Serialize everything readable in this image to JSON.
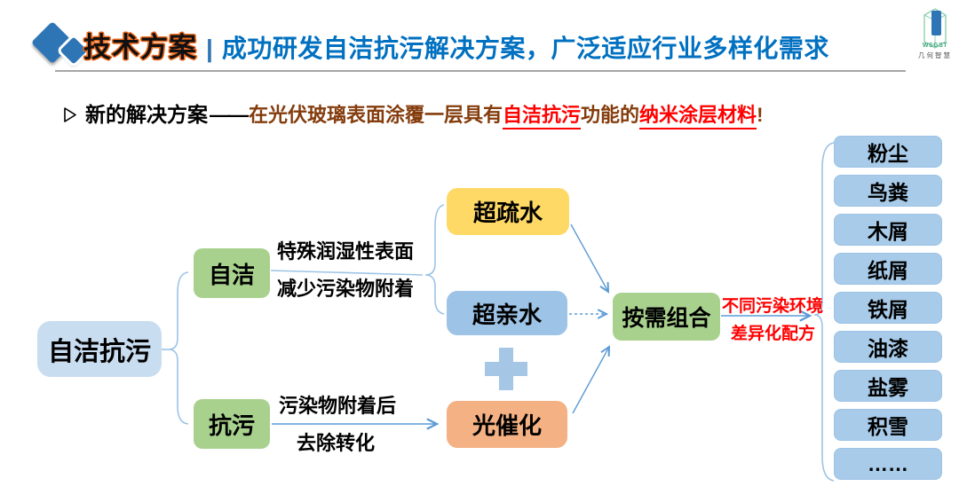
{
  "header": {
    "section_label": "技术方案",
    "separator": "|",
    "title": "成功研发自洁抗污解决方案，广泛适应行业多样化需求",
    "logo": {
      "acronym": "WSGST",
      "caption": "几何智慧"
    }
  },
  "subtitle": {
    "bullet_icon": "arrow-bullet",
    "lead": "新的解决方案",
    "dash": "——",
    "seg_brown_1": "在光伏玻璃表面涂覆一层具有",
    "seg_red_1": "自洁抗污",
    "seg_brown_2": "功能的",
    "seg_red_2": "纳米涂层材料",
    "bang": "!"
  },
  "diagram": {
    "root": "自洁抗污",
    "branch_self_clean": {
      "label": "自洁",
      "note_line1": "特殊润湿性表面",
      "note_line2": "减少污染物附着"
    },
    "branch_anti_fouling": {
      "label": "抗污",
      "note_line1": "污染物附着后",
      "note_line2": "去除转化"
    },
    "methods": {
      "hydrophobic": "超疏水",
      "hydrophilic": "超亲水",
      "photocatalysis": "光催化"
    },
    "plus_icon": "plus",
    "combine": "按需组合",
    "combine_note_line1": "不同污染环境",
    "combine_note_line2": "差异化配方",
    "pollutants": [
      "粉尘",
      "鸟粪",
      "木屑",
      "纸屑",
      "铁屑",
      "油漆",
      "盐雾",
      "积雪",
      "……"
    ]
  },
  "colors": {
    "accent_blue": "#0070C0",
    "brand_blue": "#2E75B6",
    "label_outline_orange": "#ED6A1F",
    "dark_brown_red": "#843C0C",
    "red": "#FF0000",
    "green_box": "#A9D18E",
    "yellow_box": "#FFD966",
    "orange_box": "#F4B183",
    "root_light_blue": "#C9DDF1",
    "list_blue": "#A7CBE9",
    "connector_blue": "#9DC3E6",
    "arrow_blue": "#5B9BD5"
  }
}
